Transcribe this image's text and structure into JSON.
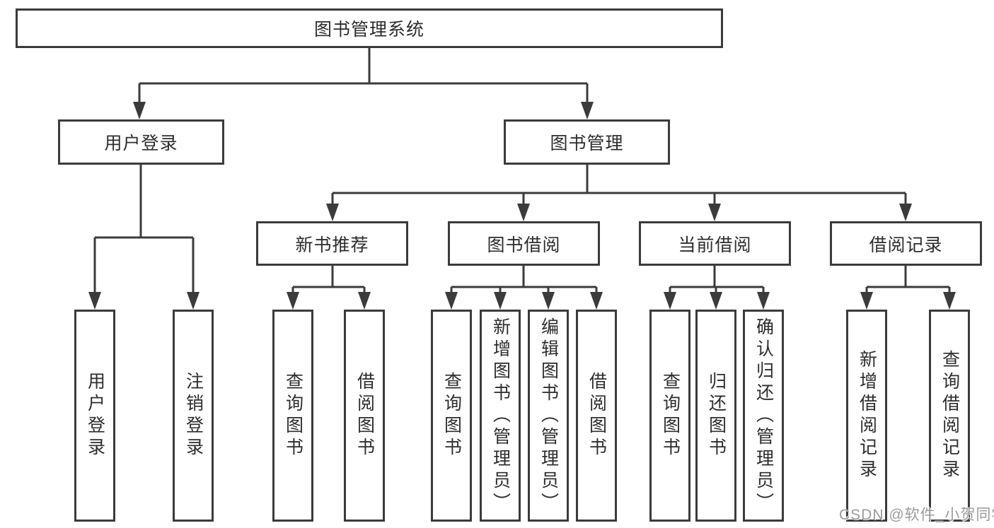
{
  "diagram": {
    "root": {
      "label": "图书管理系统"
    },
    "level2": [
      {
        "label": "用户登录"
      },
      {
        "label": "图书管理"
      }
    ],
    "level3": [
      {
        "label": "新书推荐"
      },
      {
        "label": "图书借阅"
      },
      {
        "label": "当前借阅"
      },
      {
        "label": "借阅记录"
      }
    ],
    "leaves": {
      "user": [
        "用户登录",
        "注销登录"
      ],
      "newbook": [
        "查询图书",
        "借阅图书"
      ],
      "borrow": [
        "查询图书",
        "新增图书（管理员）",
        "编辑图书（管理员）",
        "借阅图书"
      ],
      "current": [
        "查询图书",
        "归还图书",
        "确认归还（管理员）"
      ],
      "records": [
        "新增借阅记录",
        "查询借阅记录"
      ]
    }
  },
  "watermark": "CSDN @软件_小贺同学",
  "colors": {
    "line": "#3b3b3b",
    "text": "#2d2d2d",
    "watermark": "#9b9b9b",
    "background": "#ffffff"
  }
}
